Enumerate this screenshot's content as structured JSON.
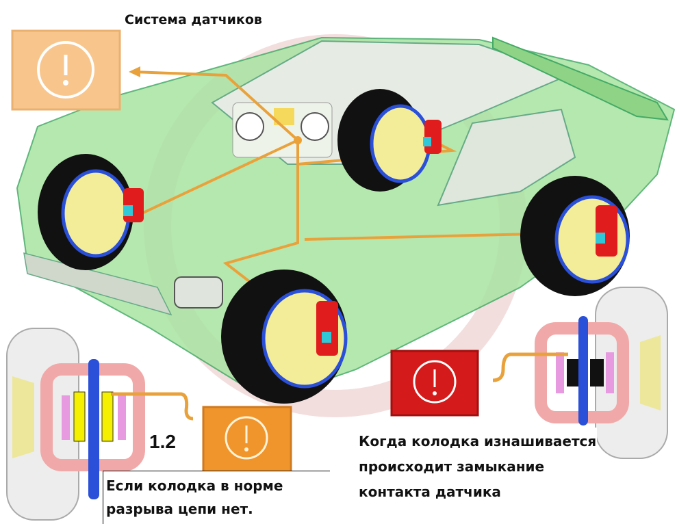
{
  "title": "Система датчиков",
  "label_number": "1.2",
  "note_normal": "Если колодка в норме разрыва цепи нет.",
  "note_worn": "Когда колодка изнашивается происходит замыкание контакта датчика",
  "colors": {
    "car_body": "#a8e6a0",
    "wire": "#e9a23b",
    "warning_light": "#f8c68c",
    "warning_orange": "#f0952c",
    "warning_red": "#d41a1a",
    "caliper": "#e01c1c",
    "disc": "#2a4fd8"
  }
}
